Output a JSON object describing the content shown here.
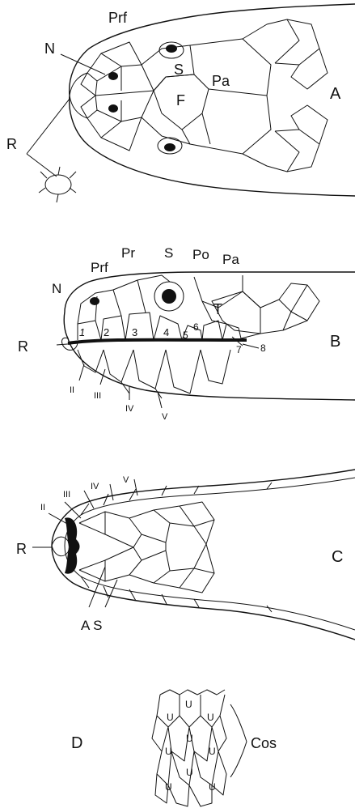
{
  "panels": {
    "a": {
      "letter": "A",
      "labels": {
        "prf": "Prf",
        "n": "N",
        "s": "S",
        "pa": "Pa",
        "f": "F",
        "r": "R"
      }
    },
    "b": {
      "letter": "B",
      "labels": {
        "pr": "Pr",
        "prf": "Prf",
        "s": "S",
        "po": "Po",
        "pa": "Pa",
        "n": "N",
        "t": "T",
        "r": "R"
      },
      "upper_labials": [
        "1",
        "2",
        "3",
        "4",
        "5",
        "6",
        "7",
        "8"
      ],
      "lower_labials": [
        "II",
        "III",
        "IV",
        "V"
      ]
    },
    "c": {
      "letter": "C",
      "labels": {
        "r": "R",
        "as": "A S"
      },
      "lower_labials": [
        "II",
        "III",
        "IV",
        "V"
      ]
    },
    "d": {
      "letter": "D",
      "labels": {
        "cos": "Cos"
      },
      "scale_mark": "U"
    }
  }
}
